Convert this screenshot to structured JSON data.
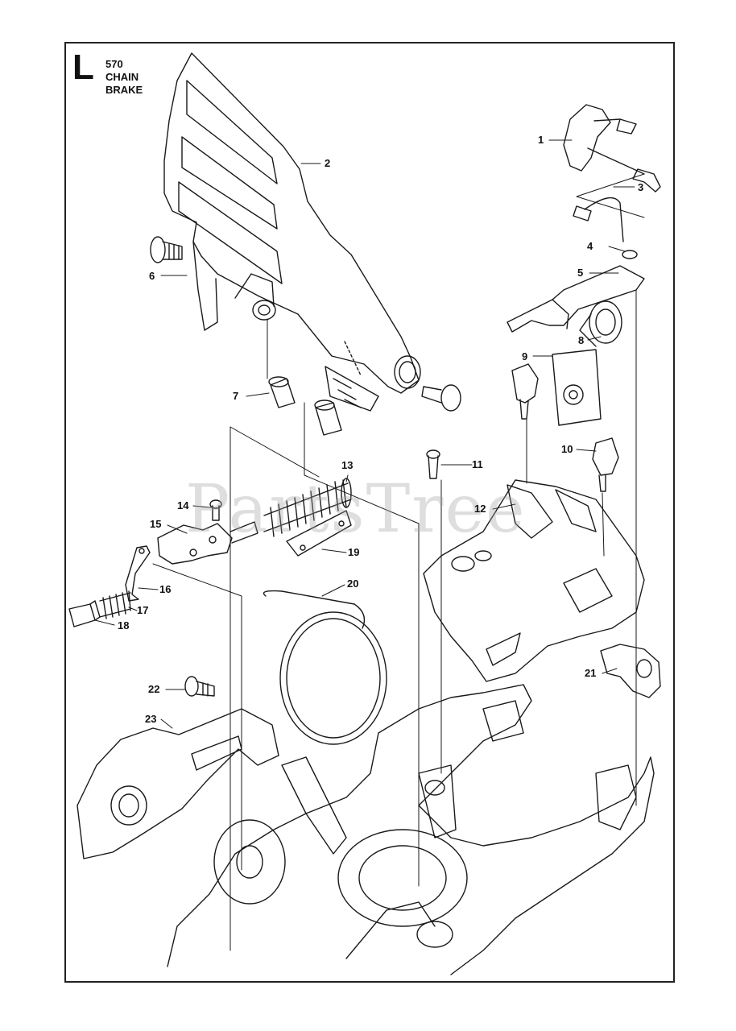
{
  "section": {
    "letter": "L",
    "number": "570",
    "title_line1": "CHAIN",
    "title_line2": "BRAKE"
  },
  "watermark": "PartsTree",
  "callouts": [
    "1",
    "2",
    "3",
    "4",
    "5",
    "6",
    "7",
    "8",
    "9",
    "10",
    "11",
    "12",
    "13",
    "14",
    "15",
    "16",
    "17",
    "18",
    "19",
    "20",
    "21",
    "22",
    "23"
  ]
}
